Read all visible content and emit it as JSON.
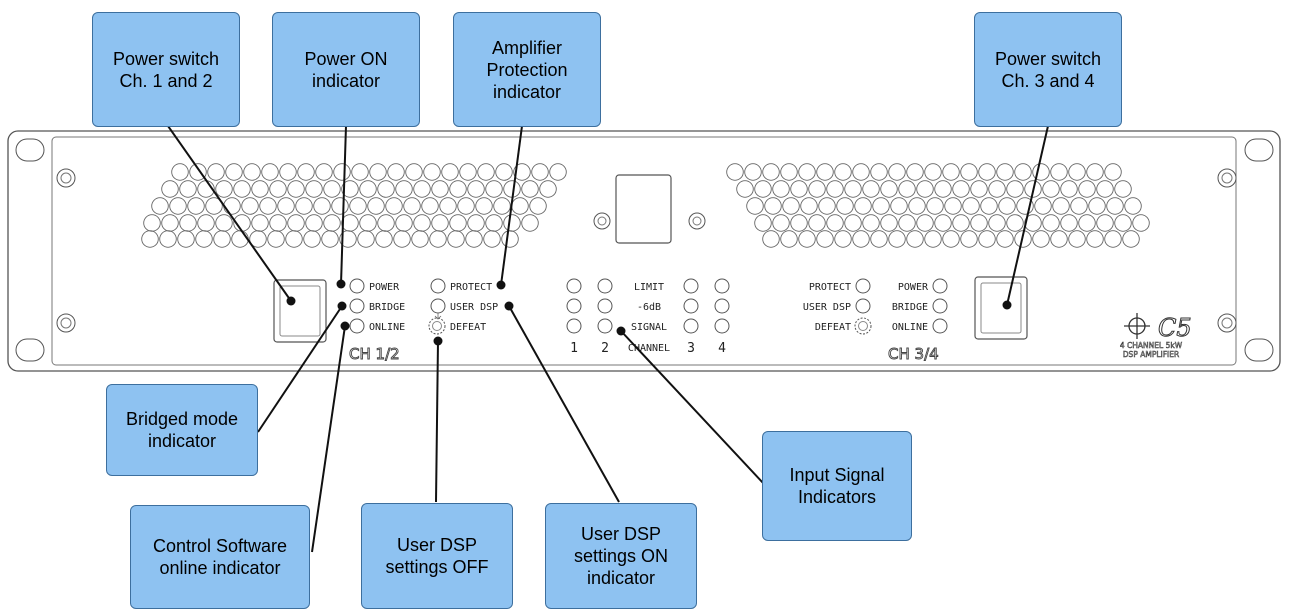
{
  "callouts": {
    "power_switch_12": [
      "Power switch",
      "Ch. 1 and 2"
    ],
    "power_on": [
      "Power ON",
      "indicator"
    ],
    "protection": [
      "Amplifier",
      "Protection",
      "indicator"
    ],
    "power_switch_34": [
      "Power switch",
      "Ch. 3 and 4"
    ],
    "bridged": [
      "Bridged mode",
      "indicator"
    ],
    "control_software": [
      "Control Software",
      "online indicator"
    ],
    "dsp_off": [
      "User DSP",
      "settings OFF"
    ],
    "dsp_on": [
      "User DSP",
      "settings ON",
      "indicator"
    ],
    "input_signal": [
      "Input Signal",
      "Indicators"
    ]
  },
  "panel": {
    "left_labels": [
      "POWER",
      "BRIDGE",
      "ONLINE"
    ],
    "left_labels_2": [
      "PROTECT",
      "USER DSP",
      "DEFEAT"
    ],
    "center_labels": [
      "LIMIT",
      "-6dB",
      "SIGNAL"
    ],
    "channel_numbers": [
      "1",
      "2",
      "3",
      "4"
    ],
    "channel_word": "CHANNEL",
    "right_labels": [
      "PROTECT",
      "USER DSP",
      "DEFEAT"
    ],
    "right_labels_2": [
      "POWER",
      "BRIDGE",
      "ONLINE"
    ],
    "ch_left": "CH 1/2",
    "ch_right": "CH 3/4",
    "brand": "C5",
    "brand_line1": "4 CHANNEL 5kW",
    "brand_line2": "DSP AMPLIFIER"
  }
}
